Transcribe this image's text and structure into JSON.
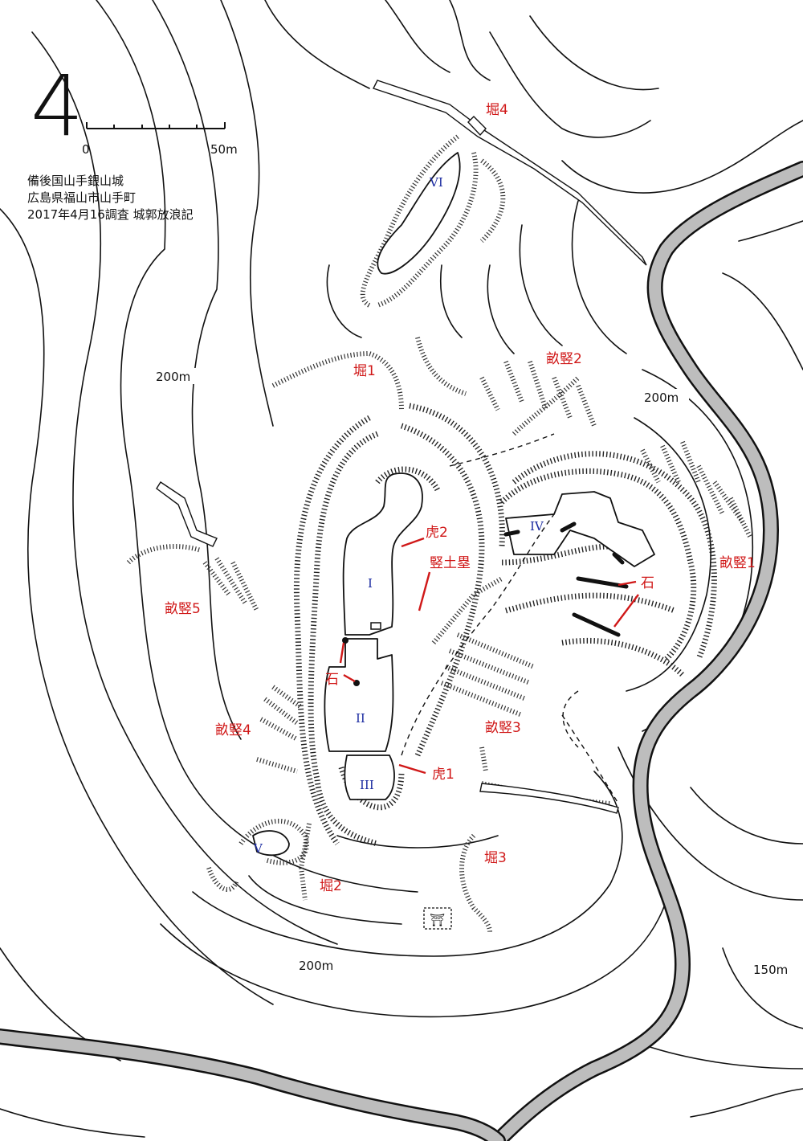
{
  "map": {
    "north_mark": "4",
    "scale": {
      "start": "0",
      "end": "50m"
    },
    "title_lines": [
      "備後国山手銀山城",
      "広島県福山市山手町",
      "2017年4月16調査 城郭放浪記"
    ],
    "enclosures": [
      "I",
      "II",
      "III",
      "IV",
      "V",
      "VI"
    ],
    "features": {
      "hori1": "堀1",
      "hori2": "堀2",
      "hori3": "堀3",
      "hori4": "堀4",
      "uneta1": "畝竪1",
      "uneta2": "畝竪2",
      "uneta3": "畝竪3",
      "uneta4": "畝竪4",
      "uneta5": "畝竪5",
      "koguchi1": "虎1",
      "koguchi2": "虎2",
      "tatedorui": "竪土塁",
      "ishi": "石"
    },
    "contours": {
      "west_200": "200m",
      "east_200": "200m",
      "south_200": "200m",
      "east_150": "150m"
    },
    "shrine_glyph": "⛩",
    "colors": {
      "annotation": "#d01818",
      "enclosure": "#1a2aa0",
      "river": "#bdbdbd",
      "ink": "#111111"
    }
  }
}
